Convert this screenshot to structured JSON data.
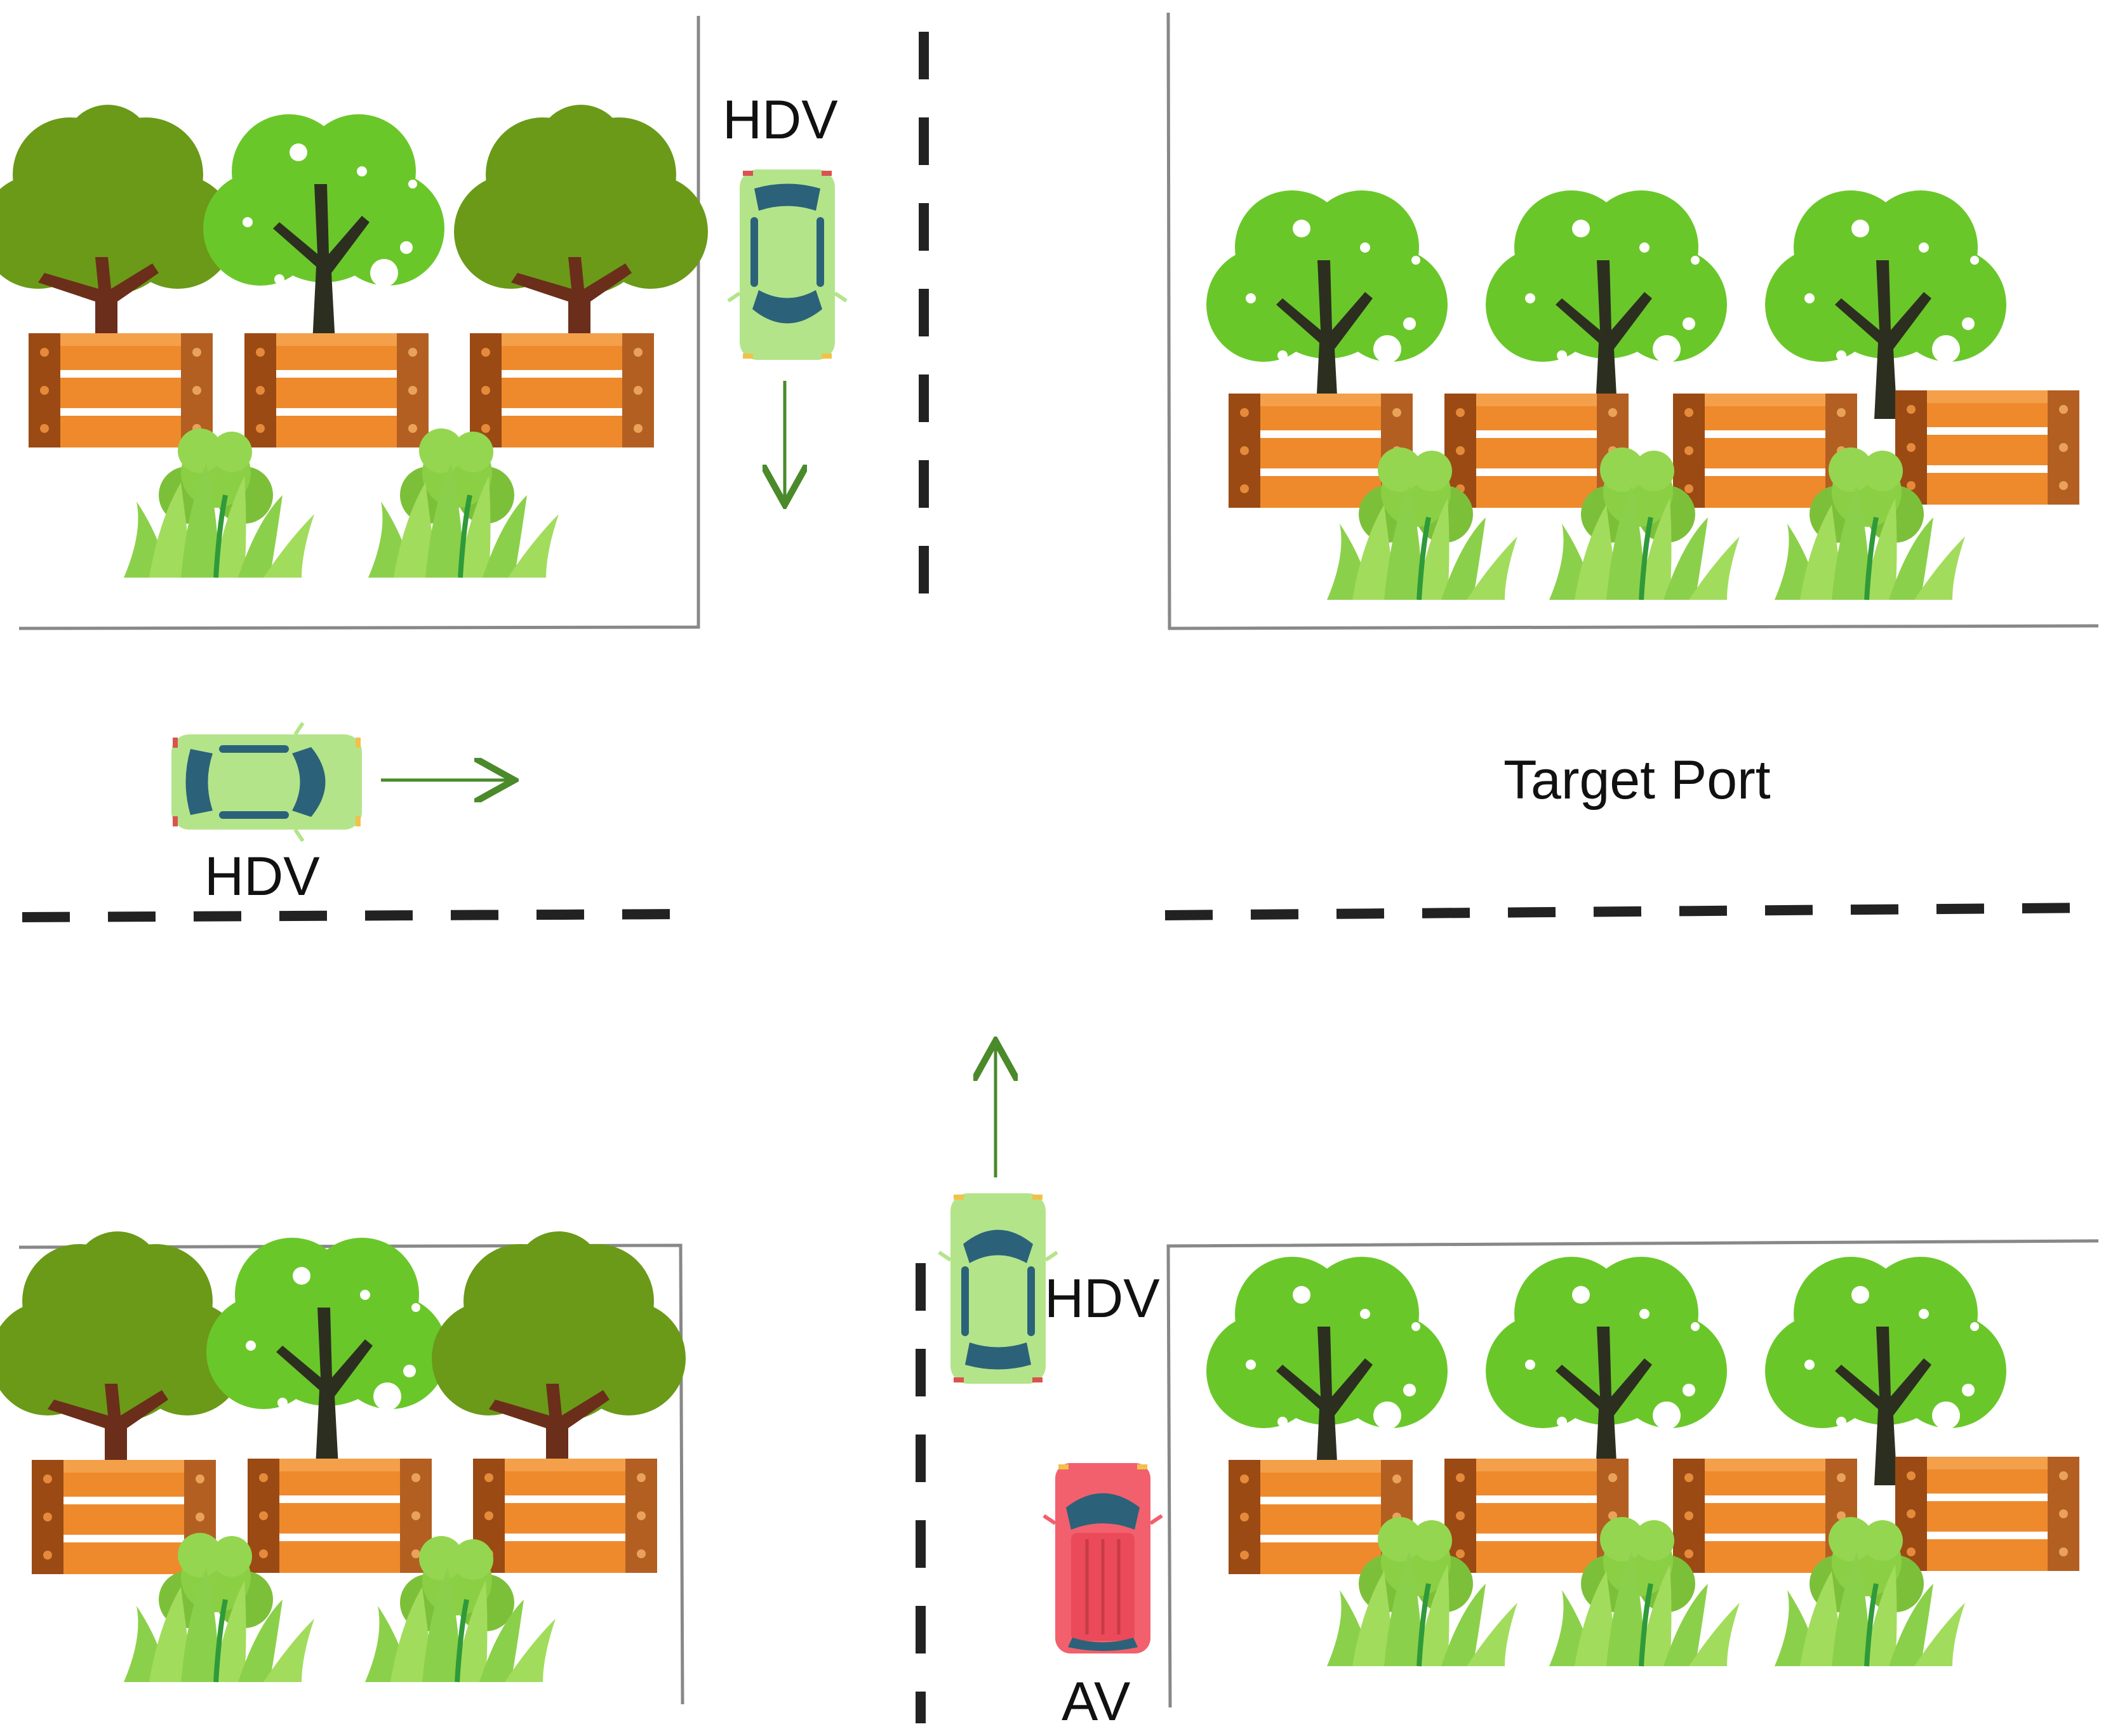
{
  "labels": {
    "hdv_north": "HDV",
    "hdv_west": "HDV",
    "hdv_south": "HDV",
    "av": "AV",
    "target": "Target Port"
  },
  "colors": {
    "hdv_body": "#b3e48a",
    "hdv_window": "#2b6279",
    "av_body": "#f2606d",
    "av_window": "#2b6279",
    "arrow": "#4a8a2a",
    "lane_dash": "#222222",
    "block_border": "#888888",
    "fence": "#ee8a2c",
    "fence_post": "#9b4a14",
    "tree_dark": "#6a9a18",
    "tree_light": "#6ac72a",
    "grass": "#8bd04a"
  },
  "icons": {
    "vehicle_hdv": "car-topview-icon",
    "vehicle_av": "car-topview-icon",
    "tree_round": "tree-icon",
    "tree_dark": "tree-icon",
    "fence": "fence-icon",
    "grass": "grass-icon",
    "bush": "bush-icon"
  }
}
